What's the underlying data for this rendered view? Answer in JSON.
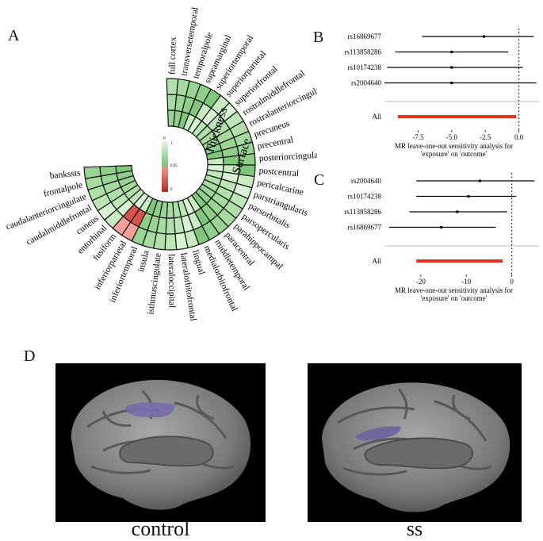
{
  "panels": {
    "a": "A",
    "b": "B",
    "c": "C",
    "d": "D"
  },
  "panel_a": {
    "legend_title": "P",
    "legend_ticks": [
      "1",
      "0.05",
      "0"
    ],
    "ring_labels": [
      "Thickness",
      "Surface"
    ],
    "regions": [
      "full cortex",
      "transversetemporal",
      "temporalpole",
      "supramarginal",
      "superiortemporal",
      "superiorparietal",
      "superiorfrontal",
      "rostralmiddlefrontal",
      "rostralanteriorcingulate",
      "precuneus",
      "precentral",
      "posteriorcingulate",
      "postcentral",
      "pericalcarine",
      "parstriangularis",
      "parsorbitalis",
      "parsopercularis",
      "parahippocampal",
      "paracentral",
      "middletemporal",
      "medialorbitofrontal",
      "lingual",
      "lateralorbitofrontal",
      "lateraloccipital",
      "isthmuscingulate",
      "insula",
      "inferiortemporal",
      "inferiorparietal",
      "fusiform",
      "entorhinal",
      "cuneus",
      "caudalmiddlefrontal",
      "caudalanteriorcingulate",
      "frontalpole",
      "bankssts"
    ]
  },
  "chart_data": [
    {
      "type": "forest",
      "panel": "B",
      "xlabel": "MR leave-one-out sensitivity analysis for\n'exposure' on 'outcome'",
      "xticks": [
        "-7.5",
        "-5.0",
        "-2.5",
        "0.0"
      ],
      "xlim": [
        -10,
        1.5
      ],
      "rows": [
        {
          "label": "rs16869677",
          "est": -2.6,
          "lo": -7.2,
          "hi": 1.1
        },
        {
          "label": "rs113858286",
          "est": -5.0,
          "lo": -9.2,
          "hi": -0.8
        },
        {
          "label": "rs10174238",
          "est": -5.0,
          "lo": -9.8,
          "hi": 0.3
        },
        {
          "label": "rs2004640",
          "est": -5.0,
          "lo": -10.0,
          "hi": 1.3
        }
      ],
      "all": {
        "label": "All",
        "lo": -9.0,
        "hi": -0.2
      }
    },
    {
      "type": "forest",
      "panel": "C",
      "xlabel": "MR leave-one-out sensitivity analysis for\n'exposure' on 'outcome'",
      "xticks": [
        "-20",
        "-10",
        "0"
      ],
      "xlim": [
        -28,
        6
      ],
      "rows": [
        {
          "label": "rs2004640",
          "est": -7.0,
          "lo": -21.0,
          "hi": 5.0
        },
        {
          "label": "rs10174238",
          "est": -9.5,
          "lo": -21.0,
          "hi": 1.0
        },
        {
          "label": "rs113858286",
          "est": -12.0,
          "lo": -22.5,
          "hi": -1.0
        },
        {
          "label": "rs16869677",
          "est": -15.5,
          "lo": -27.0,
          "hi": -3.5
        }
      ],
      "all": {
        "label": "All",
        "lo": -21.0,
        "hi": -2.0
      }
    }
  ],
  "panel_d": {
    "captions": [
      "control",
      "ss"
    ]
  }
}
